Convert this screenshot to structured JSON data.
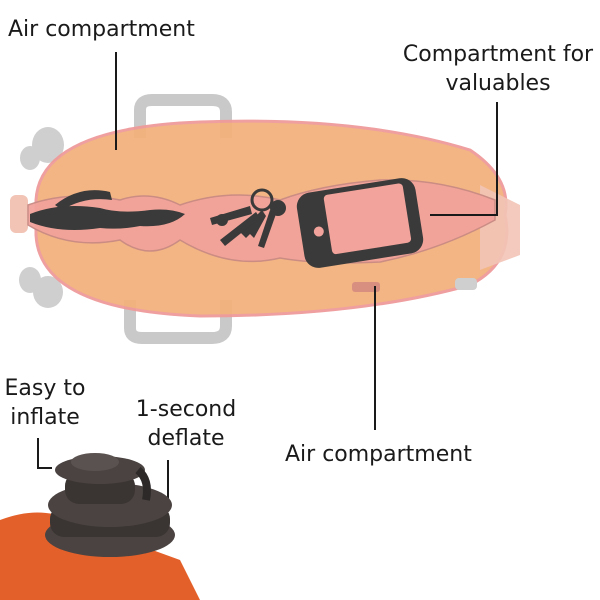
{
  "labels": {
    "air_compartment_top": "Air compartment",
    "compartment_for_valuables_line1": "Compartment for",
    "compartment_for_valuables_line2": "valuables",
    "air_compartment_bottom": "Air compartment",
    "easy_to_inflate_line1": "Easy to",
    "easy_to_inflate_line2": "inflate",
    "deflate_line1": "1-second",
    "deflate_line2": "deflate"
  },
  "colors": {
    "bag_orange": "#f3b27d",
    "bag_rim": "#ef9a9a",
    "inner_pocket": "#f2a39b",
    "silhouette": "#3a3a3a",
    "handle_gray": "#cfcfcf",
    "valve_orange": "#e4602a",
    "valve_dark": "#3a3433",
    "leader_line": "#1a1a1a"
  },
  "icons": [
    "sunglasses-icon",
    "keys-icon",
    "smartphone-icon",
    "valve-icon",
    "handle-icon",
    "strap-clip-icon"
  ]
}
